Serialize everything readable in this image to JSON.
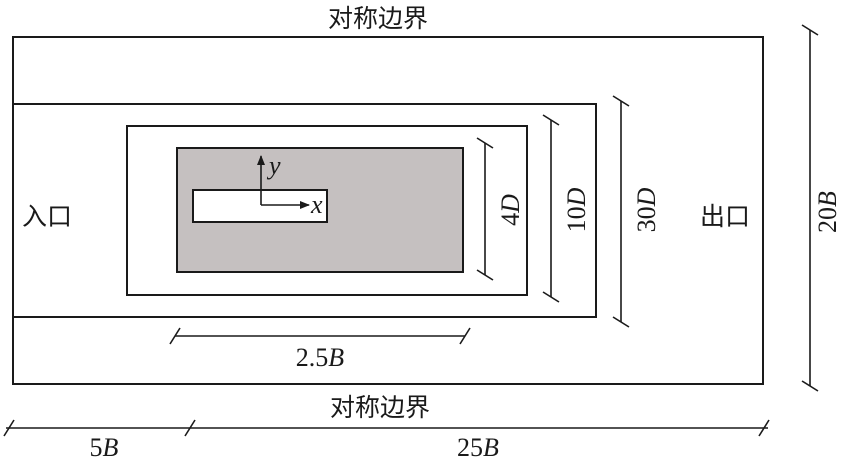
{
  "diagram": {
    "boundaries": {
      "top_label": "对称边界",
      "bottom_label": "对称边界",
      "inlet_label": "入口",
      "outlet_label": "出口"
    },
    "axes": {
      "x_label": "x",
      "y_label": "y"
    },
    "dimensions": {
      "inner_width": {
        "num": "2.5",
        "unit": "B"
      },
      "inner_height": {
        "num": "4",
        "unit": "D"
      },
      "middle_height": {
        "num": "10",
        "unit": "D"
      },
      "outer_wake_height": {
        "num": "30",
        "unit": "D"
      },
      "domain_height": {
        "num": "20",
        "unit": "B"
      },
      "upstream_length": {
        "num": "5",
        "unit": "B"
      },
      "downstream_length": {
        "num": "25",
        "unit": "B"
      }
    },
    "colors": {
      "line": "#1a1a1a",
      "refined_region_fill": "#c5c0c0",
      "body_fill": "#ffffff"
    }
  }
}
